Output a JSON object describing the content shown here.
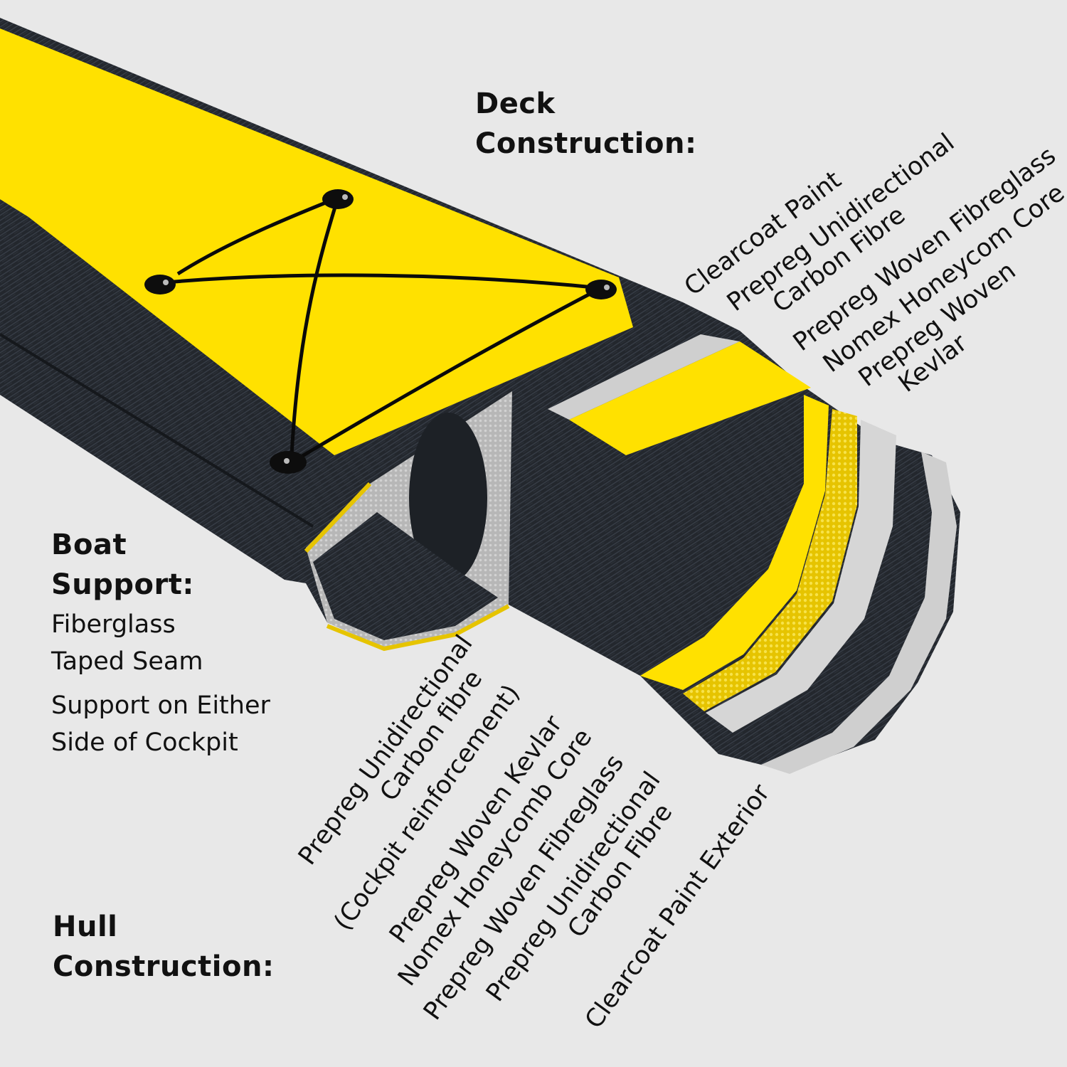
{
  "deck": {
    "title_line1": "Deck",
    "title_line2": "Construction:",
    "layers": {
      "clearcoat": "Clearcoat Paint",
      "unidirectional_line1": "Prepreg Unidirectional",
      "unidirectional_line2": "Carbon Fibre",
      "fibreglass": "Prepreg Woven Fibreglass",
      "nomex": "Nomex Honeycom Core",
      "kevlar_line1": "Prepreg Woven",
      "kevlar_line2": "Kevlar"
    }
  },
  "support": {
    "title_line1": "Boat",
    "title_line2": "Support:",
    "line1": "Fiberglass",
    "line2": "Taped Seam",
    "line3": "Support on Either",
    "line4": "Side of Cockpit"
  },
  "hull": {
    "title_line1": "Hull",
    "title_line2": "Construction:",
    "layers": {
      "unidirectional_a_line1": "Prepreg Unidirectional",
      "unidirectional_a_line2": "Carbon fibre",
      "cockpit_note": "(Cockpit reinforcement)",
      "kevlar": "Prepreg Woven Kevlar",
      "nomex": "Nomex Honeycomb Core",
      "fibreglass": "Prepreg Woven Fibreglass",
      "unidirectional_b_line1": "Prepreg Unidirectional",
      "unidirectional_b_line2": "Carbon Fibre",
      "clearcoat": "Clearcoat Paint Exterior"
    }
  },
  "colors": {
    "background": "#e8e8e8",
    "carbon": "#23272d",
    "deck_yellow": "#ffe100",
    "layer_grey": "#bdbdbd"
  }
}
